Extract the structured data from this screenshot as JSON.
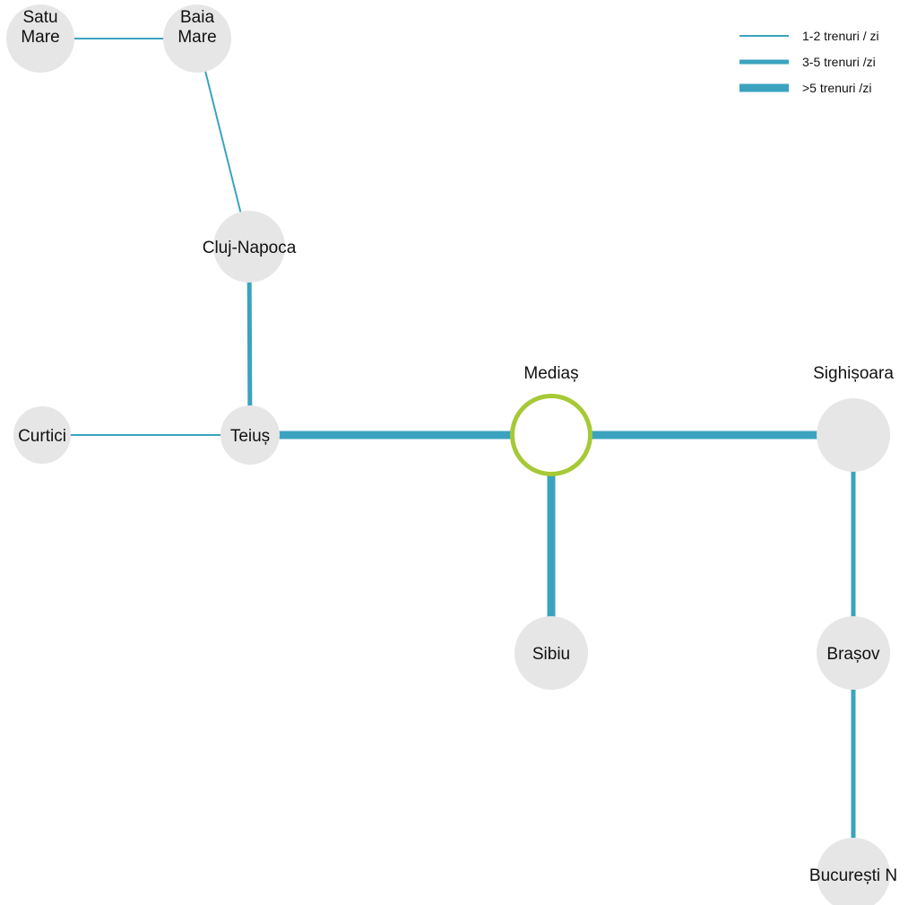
{
  "colors": {
    "line": "#3ba3bf",
    "node_fill": "#e6e6e6",
    "hub_ring": "#a6c936",
    "hub_fill": "#ffffff",
    "text": "#111111"
  },
  "legend": {
    "items": [
      {
        "label": "1-2 trenuri / zi",
        "frequency": "low"
      },
      {
        "label": "3-5 trenuri /zi",
        "frequency": "medium"
      },
      {
        "label": ">5 trenuri /zi",
        "frequency": "high"
      }
    ]
  },
  "stations": {
    "satu_mare": {
      "lines": [
        "Satu",
        "Mare"
      ]
    },
    "baia_mare": {
      "lines": [
        "Baia",
        "Mare"
      ]
    },
    "cluj": {
      "lines": [
        "Cluj-Napoca"
      ]
    },
    "curtici": {
      "lines": [
        "Curtici"
      ]
    },
    "teius": {
      "lines": [
        "Teiuș"
      ]
    },
    "medias": {
      "lines": [
        "Mediaș"
      ],
      "hub": true
    },
    "sighisoara": {
      "lines": [
        "Sighișoara"
      ]
    },
    "sibiu": {
      "lines": [
        "Sibiu"
      ]
    },
    "brasov": {
      "lines": [
        "Brașov"
      ]
    },
    "bucuresti": {
      "lines": [
        "București N"
      ]
    }
  },
  "connections": [
    {
      "from": "satu_mare",
      "to": "baia_mare",
      "frequency": "low"
    },
    {
      "from": "baia_mare",
      "to": "cluj",
      "frequency": "low"
    },
    {
      "from": "cluj",
      "to": "teius",
      "frequency": "medium"
    },
    {
      "from": "curtici",
      "to": "teius",
      "frequency": "low"
    },
    {
      "from": "teius",
      "to": "medias",
      "frequency": "high"
    },
    {
      "from": "medias",
      "to": "sighisoara",
      "frequency": "high"
    },
    {
      "from": "medias",
      "to": "sibiu",
      "frequency": "high"
    },
    {
      "from": "sighisoara",
      "to": "brasov",
      "frequency": "medium"
    },
    {
      "from": "brasov",
      "to": "bucuresti",
      "frequency": "medium"
    }
  ]
}
